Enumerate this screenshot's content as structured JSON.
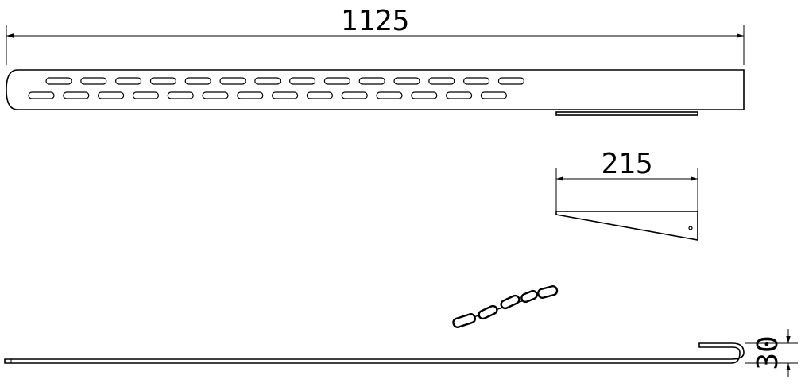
{
  "dimensions": {
    "rail_length": "1125",
    "bracket_width": "215",
    "hook_height": "30"
  },
  "rail": {
    "top_row_slot_count": 14,
    "bottom_row_slot_count": 14
  },
  "colors": {
    "line": "#000000",
    "background": "#ffffff"
  }
}
